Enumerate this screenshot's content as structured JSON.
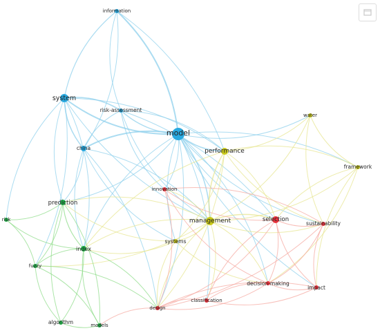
{
  "viewer": {
    "expand_icon": "expand-icon"
  },
  "clusters": {
    "blue": "#29a9e0",
    "green": "#21b24a",
    "yellow": "#c9c91a",
    "red": "#e8323c"
  },
  "edge_colors": {
    "blue": "#8fd0ec",
    "green": "#8fdc8a",
    "yellow": "#e7e690",
    "red": "#f5a9a2"
  },
  "nodes": [
    {
      "id": "information",
      "label": "information",
      "cluster": "blue"
    },
    {
      "id": "system",
      "label": "system",
      "cluster": "blue"
    },
    {
      "id": "risk-assessment",
      "label": "risk-assessment",
      "cluster": "blue"
    },
    {
      "id": "model",
      "label": "model",
      "cluster": "blue"
    },
    {
      "id": "china",
      "label": "china",
      "cluster": "blue"
    },
    {
      "id": "performance",
      "label": "performance",
      "cluster": "yellow"
    },
    {
      "id": "water",
      "label": "water",
      "cluster": "yellow"
    },
    {
      "id": "framework",
      "label": "framework",
      "cluster": "yellow"
    },
    {
      "id": "management",
      "label": "management",
      "cluster": "yellow"
    },
    {
      "id": "systems",
      "label": "systems",
      "cluster": "yellow"
    },
    {
      "id": "prediction",
      "label": "prediction",
      "cluster": "green"
    },
    {
      "id": "risk",
      "label": "risk",
      "cluster": "green"
    },
    {
      "id": "index",
      "label": "index",
      "cluster": "green"
    },
    {
      "id": "fuzzy",
      "label": "fuzzy",
      "cluster": "green"
    },
    {
      "id": "algorithm",
      "label": "algorithm",
      "cluster": "green"
    },
    {
      "id": "models",
      "label": "models",
      "cluster": "green"
    },
    {
      "id": "innovation",
      "label": "innovation",
      "cluster": "red"
    },
    {
      "id": "selection",
      "label": "selection",
      "cluster": "red"
    },
    {
      "id": "sustainability",
      "label": "sustainability",
      "cluster": "red"
    },
    {
      "id": "decision-making",
      "label": "decision-making",
      "cluster": "red"
    },
    {
      "id": "impact",
      "label": "impact",
      "cluster": "red"
    },
    {
      "id": "design",
      "label": "design",
      "cluster": "red"
    },
    {
      "id": "classification",
      "label": "classification",
      "cluster": "red"
    }
  ]
}
